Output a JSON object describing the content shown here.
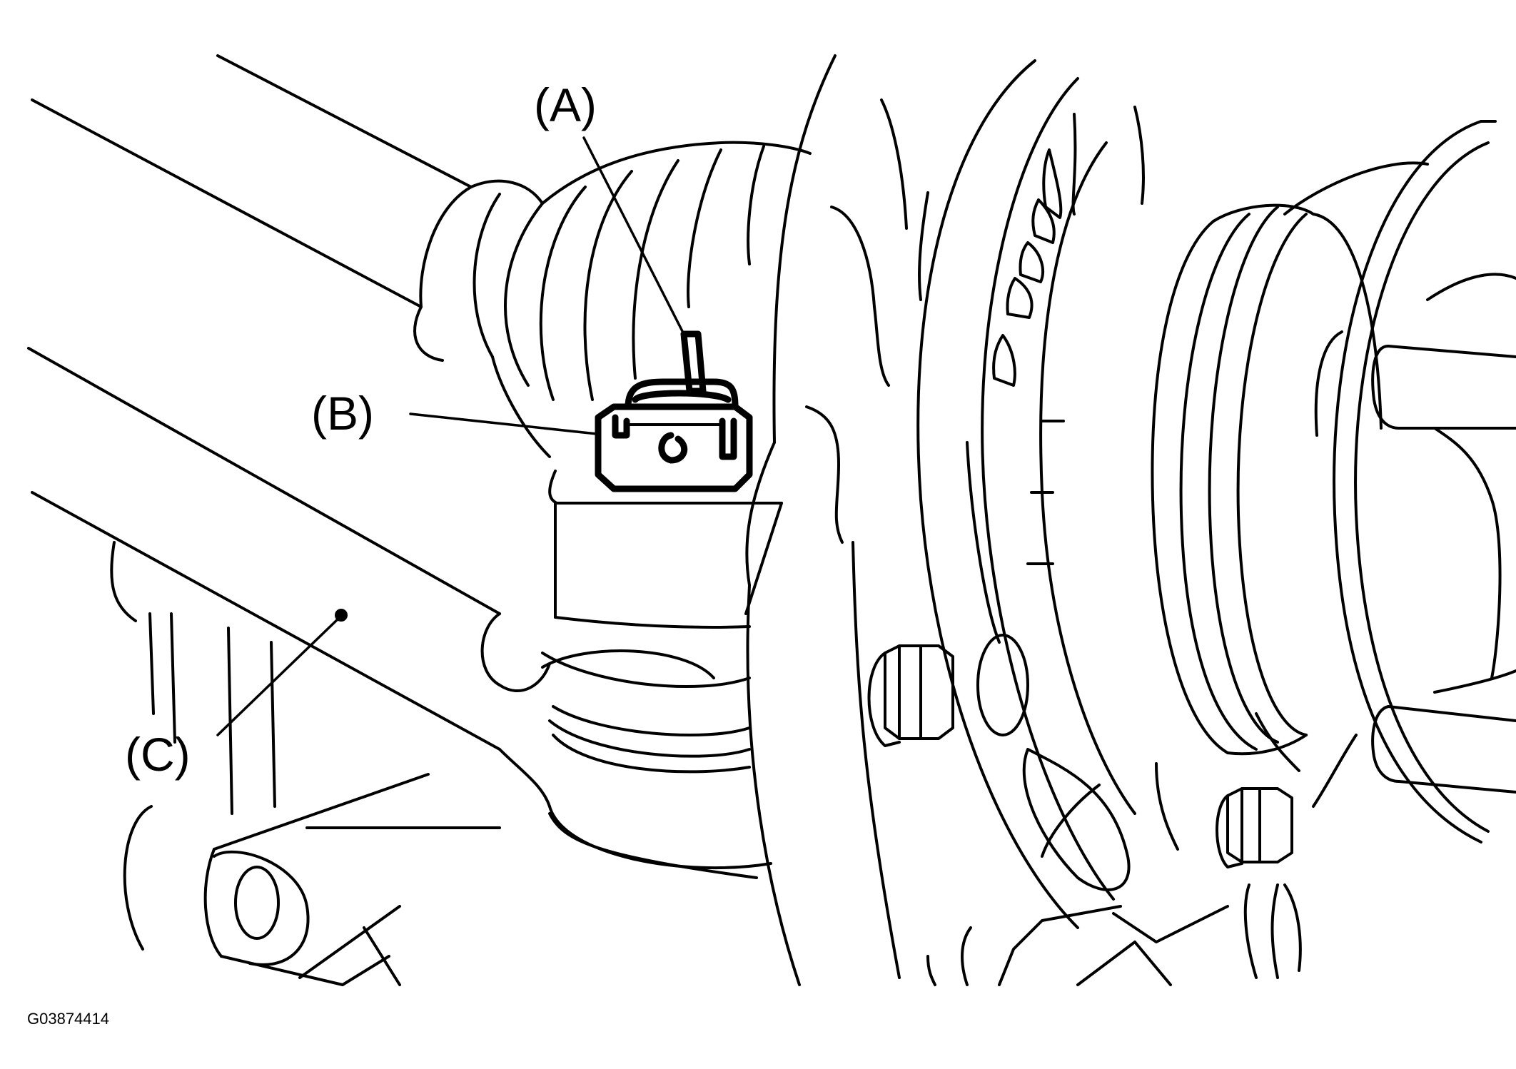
{
  "figure": {
    "callouts": {
      "a": "(A)",
      "b": "(B)",
      "c": "(C)"
    },
    "figure_id": "G03874414",
    "line_color": "#000000",
    "background_color": "#ffffff"
  }
}
